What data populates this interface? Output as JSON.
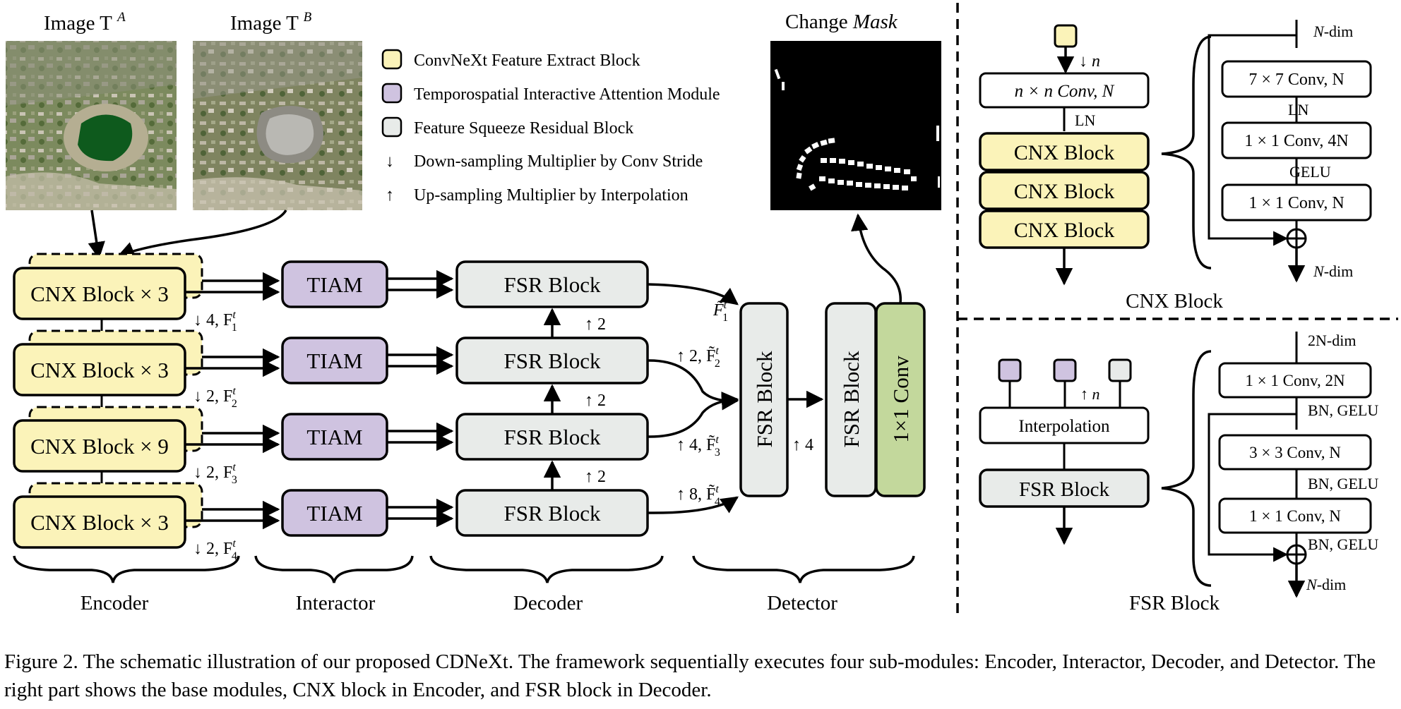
{
  "images": {
    "title_a": "Image T",
    "sup_a": "A",
    "title_b": "Image T",
    "sup_b": "B",
    "title_mask": "Change",
    "title_mask_em": "Mask"
  },
  "legend": [
    {
      "color": "#fbf3b9",
      "text": "ConvNeXt Feature Extract Block"
    },
    {
      "color": "#cfc3e0",
      "text": "Temporospatial Interactive Attention Module"
    },
    {
      "color": "#e8ebe9",
      "text": "Feature Squeeze Residual Block"
    },
    {
      "symbol": "↓",
      "text": "Down-sampling Multiplier by Conv Stride"
    },
    {
      "symbol": "↑",
      "text": "Up-sampling Multiplier by Interpolation"
    }
  ],
  "encoder": {
    "blocks": [
      "CNX Block × 3",
      "CNX Block × 3",
      "CNX Block × 9",
      "CNX Block × 3"
    ],
    "downs": [
      "↓ 4, F",
      "↓ 2, F",
      "↓ 2, F",
      "↓ 2, F"
    ],
    "subs": [
      "1",
      "2",
      "3",
      "4"
    ],
    "sup": "t"
  },
  "interactor": {
    "blocks": [
      "TIAM",
      "TIAM",
      "TIAM",
      "TIAM"
    ]
  },
  "decoder": {
    "blocks": [
      "FSR Block",
      "FSR Block",
      "FSR Block",
      "FSR Block"
    ],
    "ups": [
      "↑ 2",
      "↑ 2",
      "↑ 2"
    ],
    "feat_labels": [
      "",
      "↑ 2, F̃",
      "↑ 4, F̃",
      "↑ 8, F̃"
    ],
    "f1": "F̃"
  },
  "detector": {
    "fsr1": "FSR Block",
    "fsr2": "FSR Block",
    "conv": "1×1 Conv",
    "up": "↑ 4"
  },
  "section_labels": [
    "Encoder",
    "Interactor",
    "Decoder",
    "Detector"
  ],
  "cnx_detail": {
    "top_down": "↓ n",
    "conv_nxn": "n × n Conv, N",
    "ln": "LN",
    "blocks": [
      "CNX Block",
      "CNX Block",
      "CNX Block"
    ],
    "in_dim": "N-dim",
    "out_dim": "N-dim",
    "conv7": "7 × 7 Conv, N",
    "ln2": "LN",
    "conv1a": "1 × 1 Conv, 4N",
    "gelu": "GELU",
    "conv1b": "1 × 1  Conv, N",
    "title": "CNX Block"
  },
  "fsr_detail": {
    "up": "↑ n",
    "interp": "Interpolation",
    "fsr": "FSR Block",
    "in_dim": "2N-dim",
    "conv1": "1 × 1 Conv, 2N",
    "bn1": "BN, GELU",
    "conv3": "3 × 3 Conv, N",
    "bn2": "BN, GELU",
    "conv1b": "1 × 1 Conv, N",
    "bn3": "BN, GELU",
    "out_dim": "N-dim",
    "title": "FSR Block"
  },
  "caption": "Figure 2. The schematic illustration of our proposed CDNeXt. The framework sequentially executes four sub-modules: Encoder, Interactor, Decoder, and Detector. The right part shows the base modules, CNX block in Encoder, and FSR block in Decoder.",
  "colors": {
    "cnx": "#fbf3b9",
    "tiam": "#cfc3e0",
    "fsr": "#e8ebe9",
    "conv": "#c3d89c"
  }
}
